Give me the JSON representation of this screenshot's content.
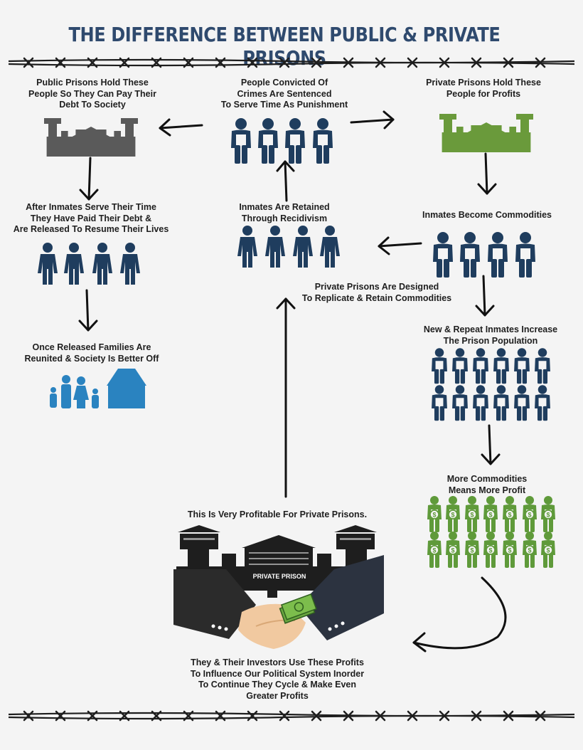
{
  "title": "THE DIFFERENCE BETWEEN PUBLIC & PRIVATE PRISONS",
  "colors": {
    "title": "#2f4a6e",
    "inmate": "#1f3d5e",
    "public_prison": "#5a5a5a",
    "private_prison_green": "#6a9a3b",
    "family_blue": "#2a83c0",
    "money_green": "#5f9a3a",
    "text": "#1e1e1e"
  },
  "nodes": {
    "convicted": [
      "People Convicted Of",
      "Crimes Are Sentenced",
      "To Serve Time As Punishment"
    ],
    "public_hold": [
      "Public Prisons Hold These",
      "People So They Can Pay Their",
      "Debt To Society"
    ],
    "private_hold": [
      "Private Prisons Hold These",
      "People for Profits"
    ],
    "released": [
      "After Inmates Serve Their Time",
      "They Have Paid Their Debt &",
      "Are Released To Resume Their Lives"
    ],
    "retained": [
      "Inmates Are Retained",
      "Through Recidivism"
    ],
    "commodities": [
      "Inmates Become Commodities"
    ],
    "designed": [
      "Private Prisons Are Designed",
      "To Replicate & Retain Commodities"
    ],
    "families": [
      "Once Released Families Are",
      "Reunited & Society Is Better Off"
    ],
    "increase": [
      "New & Repeat Inmates Increase",
      "The Prison Population"
    ],
    "profit": [
      "More Commodities",
      "Means More Profit"
    ],
    "profitable": [
      "This Is Very Profitable For Private Prisons."
    ],
    "influence": [
      "They & Their Investors Use These Profits",
      "To Influence Our Political System Inorder",
      "To Continue They Cycle & Make Even",
      "Greater Profits"
    ]
  },
  "sign": "PRIVATE PRISON",
  "money_symbol": "$",
  "icon_names": [
    "prison-building-icon",
    "inmate-icon",
    "person-icon",
    "family-icon",
    "house-icon",
    "money-bag-person-icon",
    "handshake-icon",
    "barbed-wire-icon",
    "arrow-icon"
  ]
}
